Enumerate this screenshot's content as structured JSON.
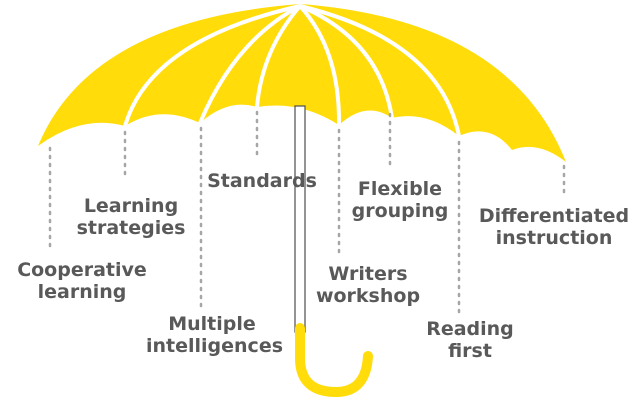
{
  "colors": {
    "canopy": "#FFDC0A",
    "handle": "#FFDC0A",
    "ribs": "#ffffff",
    "dotted_lines": "#a6a6a6",
    "text": "#595959"
  },
  "labels": [
    {
      "id": "cooperative-learning",
      "lines": [
        "Cooperative",
        "learning"
      ]
    },
    {
      "id": "learning-strategies",
      "lines": [
        "Learning",
        "strategies"
      ]
    },
    {
      "id": "multiple-intelligences",
      "lines": [
        "Multiple",
        "intelligences"
      ]
    },
    {
      "id": "standards",
      "lines": [
        "Standards"
      ]
    },
    {
      "id": "writers-workshop",
      "lines": [
        "Writers",
        "workshop"
      ]
    },
    {
      "id": "flexible-grouping",
      "lines": [
        "Flexible",
        "grouping"
      ]
    },
    {
      "id": "reading-first",
      "lines": [
        "Reading",
        "first"
      ]
    },
    {
      "id": "differentiated-instruction",
      "lines": [
        "Differentiated",
        "instruction"
      ]
    }
  ]
}
